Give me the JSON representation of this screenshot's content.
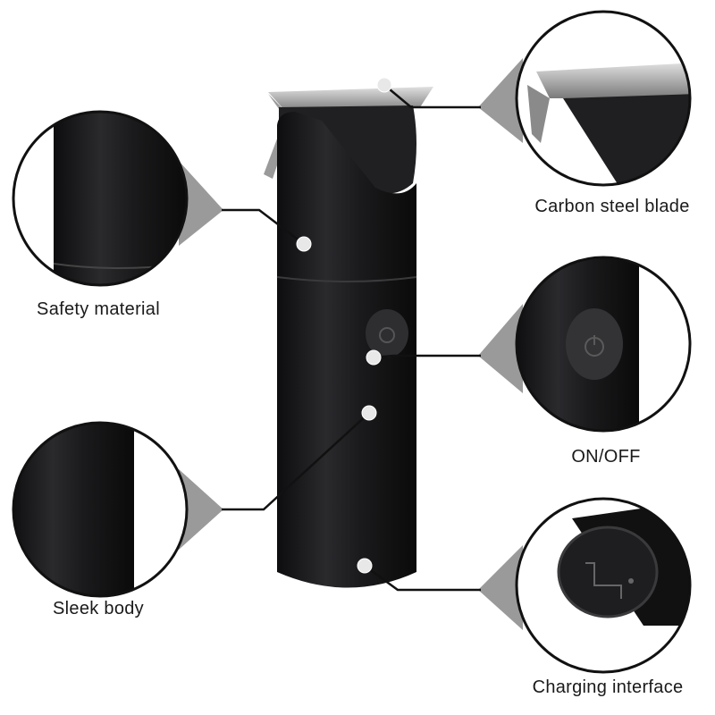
{
  "features": [
    {
      "label": "Carbon steel blade"
    },
    {
      "label": "Safety material"
    },
    {
      "label": "ON/OFF"
    },
    {
      "label": "Sleek body"
    },
    {
      "label": "Charging interface"
    }
  ],
  "colors": {
    "body": "#1c1c1e",
    "accent_gray": "#9a9a9a",
    "line": "#111111",
    "dot": "#e8e8e8"
  }
}
